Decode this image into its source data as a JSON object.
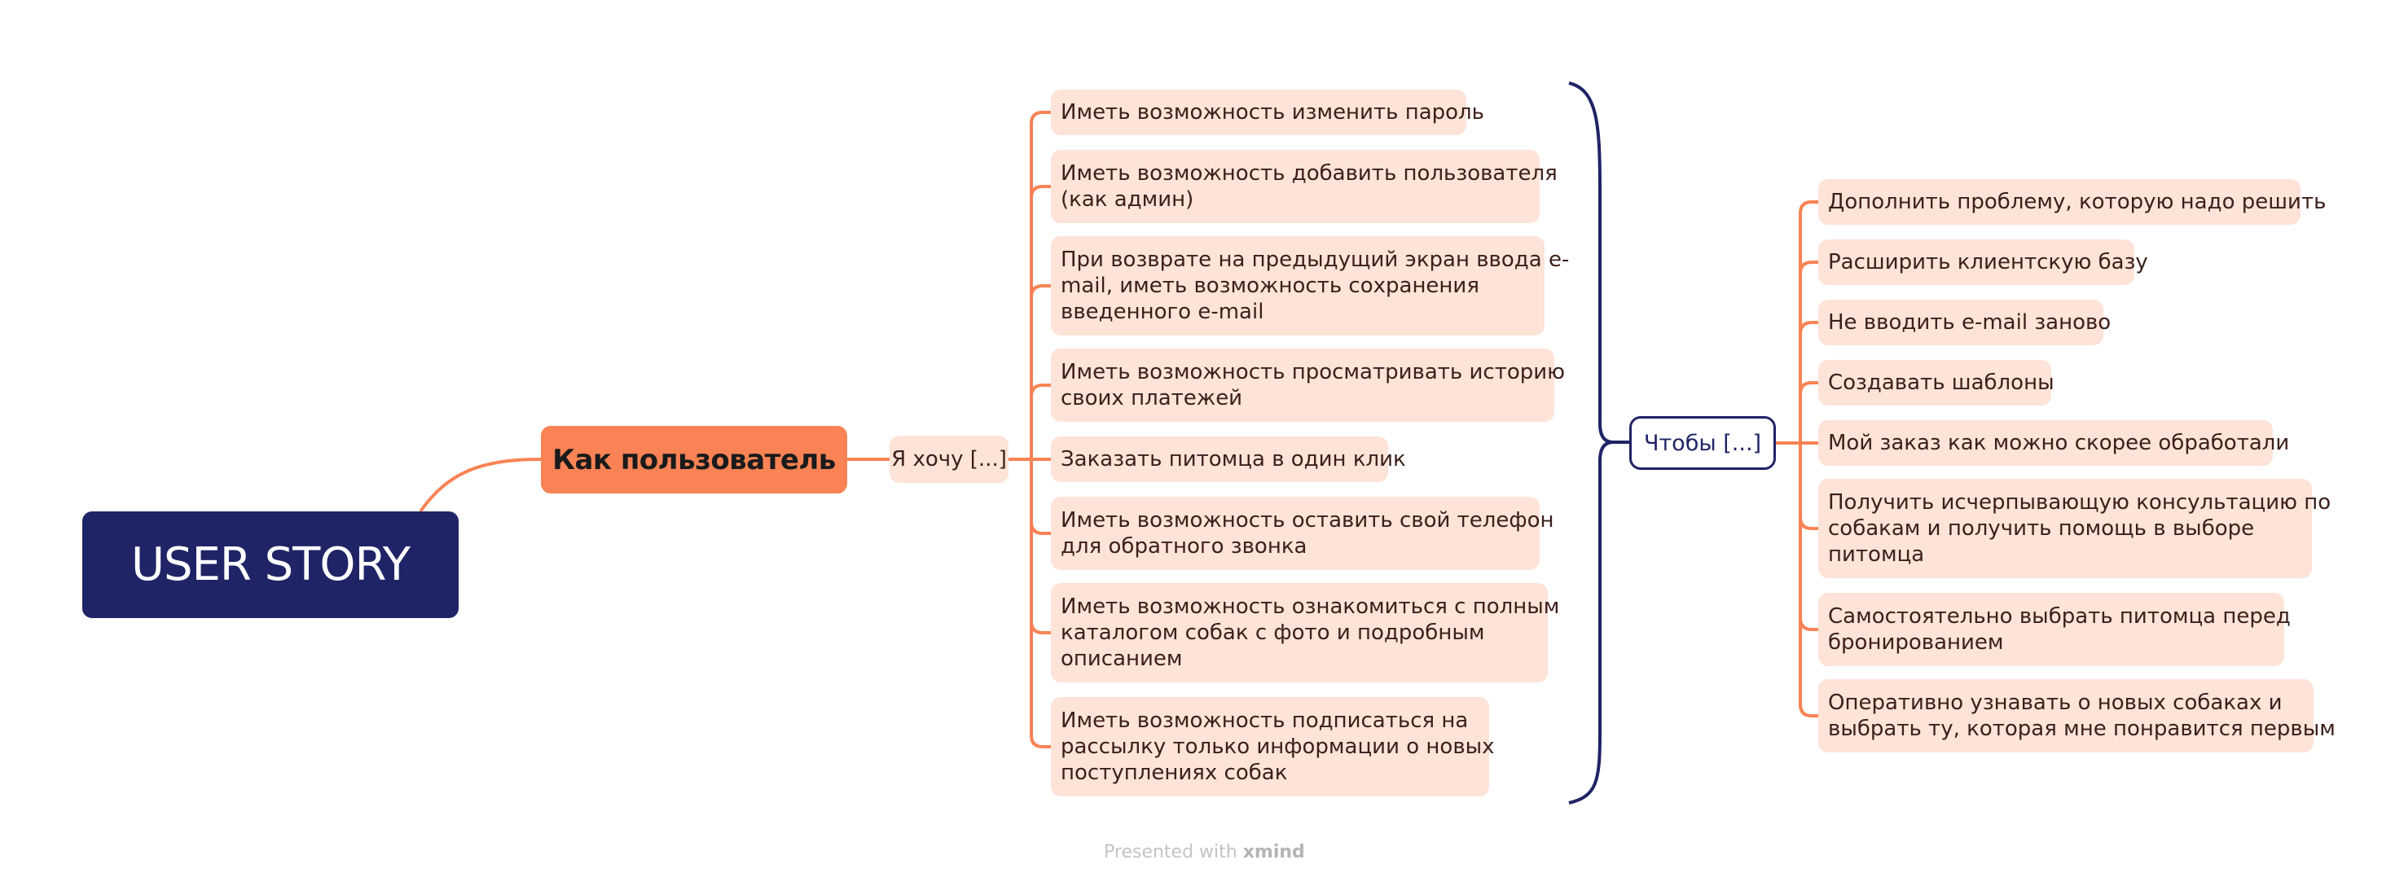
{
  "root": {
    "label": "USER STORY"
  },
  "main_topic": {
    "label": "Как пользователь"
  },
  "want_topic": {
    "label": "Я хочу [...]"
  },
  "inorder_topic": {
    "label": "Чтобы [...]"
  },
  "wants": [
    {
      "lines": [
        "Иметь возможность изменить пароль"
      ]
    },
    {
      "lines": [
        "Иметь возможность добавить пользователя",
        "(как админ)"
      ]
    },
    {
      "lines": [
        "При возврате на предыдущий экран ввода e-",
        "mail, иметь возможность сохранения",
        "введенного e-mail"
      ]
    },
    {
      "lines": [
        "Иметь возможность просматривать историю",
        "своих платежей"
      ]
    },
    {
      "lines": [
        "Заказать питомца в один клик"
      ]
    },
    {
      "lines": [
        "Иметь возможность оставить свой телефон",
        "для обратного звонка"
      ]
    },
    {
      "lines": [
        "Иметь возможность ознакомиться с полным",
        "каталогом собак с фото и подробным",
        "описанием"
      ]
    },
    {
      "lines": [
        "Иметь возможность подписаться на",
        "рассылку только информации о новых",
        "поступлениях собак"
      ]
    }
  ],
  "reasons": [
    {
      "lines": [
        "Дополнить проблему, которую надо решить"
      ]
    },
    {
      "lines": [
        "Расширить клиентскую базу"
      ]
    },
    {
      "lines": [
        "Не вводить e-mail заново"
      ]
    },
    {
      "lines": [
        "Создавать шаблоны"
      ]
    },
    {
      "lines": [
        "Мой заказ как можно скорее обработали"
      ]
    },
    {
      "lines": [
        "Получить исчерпывающую консультацию по",
        "собакам и получить помощь в выборе",
        "питомца"
      ]
    },
    {
      "lines": [
        "Самостоятельно выбрать питомца перед",
        "бронированием"
      ]
    },
    {
      "lines": [
        "Оперативно узнавать о новых собаках и",
        "выбрать ту, которая мне понравится первым"
      ]
    }
  ],
  "footer": {
    "prefix": "Presented with ",
    "brand": "xmind"
  },
  "colors": {
    "root_fill": "#1f2466",
    "main_fill": "#f98355",
    "leaf_fill": "#fde3d8",
    "branch_line": "#f98355",
    "bracket_line": "#1f2466"
  }
}
